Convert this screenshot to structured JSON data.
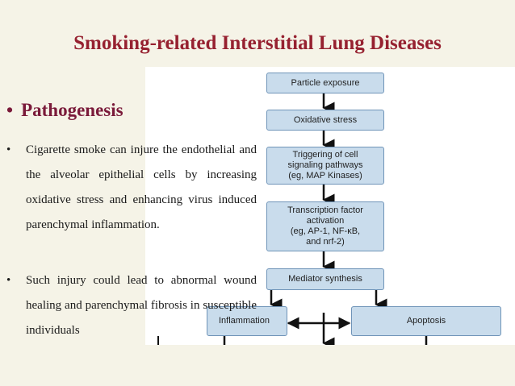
{
  "slide": {
    "title": "Smoking-related Interstitial Lung Diseases",
    "heading": "Pathogenesis",
    "bullet_symbol": "•",
    "bullets": [
      "Cigarette smoke can injure the endothelial and the alveolar epithelial cells by increasing oxidative stress and enhancing virus induced parenchymal inflammation.",
      "Such injury could lead to abnormal wound healing and parenchymal fibrosis in susceptible individuals"
    ]
  },
  "flowchart": {
    "boxes": [
      "Particle exposure",
      "Oxidative stress",
      "Triggering of cell\nsignaling pathways\n(eg, MAP Kinases)",
      "Transcription factor\nactivation\n(eg, AP-1, NF-κB,\nand nrf-2)",
      "Mediator synthesis",
      "Inflammation",
      "Apoptosis"
    ]
  },
  "colors": {
    "title": "#962130",
    "heading": "#7a1a3a",
    "background": "#f5f3e7",
    "box_fill": "#c9dcec",
    "box_border": "#6f94b8"
  }
}
